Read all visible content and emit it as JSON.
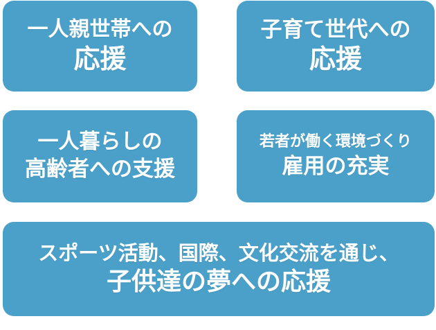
{
  "theme": {
    "card_background": "#4aa0c8",
    "text_color": "#ffffff"
  },
  "cards": [
    {
      "line1": "一人親世帯への",
      "line2": "応援"
    },
    {
      "line1": "子育て世代への",
      "line2": "応援"
    },
    {
      "line1": "一人暮らしの",
      "line2": "高齢者への支援"
    },
    {
      "line1": "若者が働く環境づくり",
      "line2": "雇用の充実"
    },
    {
      "line1": "スポーツ活動、国際、文化交流を通じ、",
      "line2": "子供達の夢への応援"
    }
  ]
}
